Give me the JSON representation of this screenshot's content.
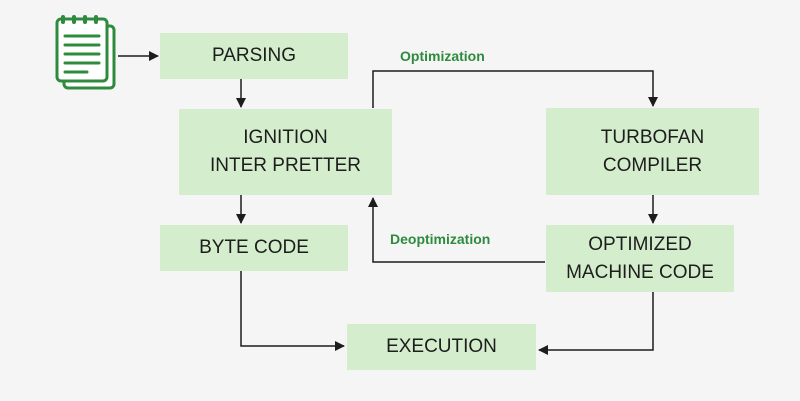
{
  "nodes": {
    "parsing": "PARSING",
    "ignition": [
      "IGNITION",
      "INTER PRETTER"
    ],
    "bytecode": "BYTE CODE",
    "turbofan": [
      "TURBOFAN",
      "COMPILER"
    ],
    "optimized": [
      "OPTIMIZED",
      "MACHINE CODE"
    ],
    "execution": "EXECUTION"
  },
  "edges": {
    "optimization": "Optimization",
    "deoptimization": "Deoptimization"
  },
  "icons": {
    "source": "document-icon"
  },
  "colors": {
    "node_fill": "#d4edcd",
    "accent": "#2e8b3e",
    "text": "#1d1d1d",
    "arrow": "#1d1d1d"
  }
}
